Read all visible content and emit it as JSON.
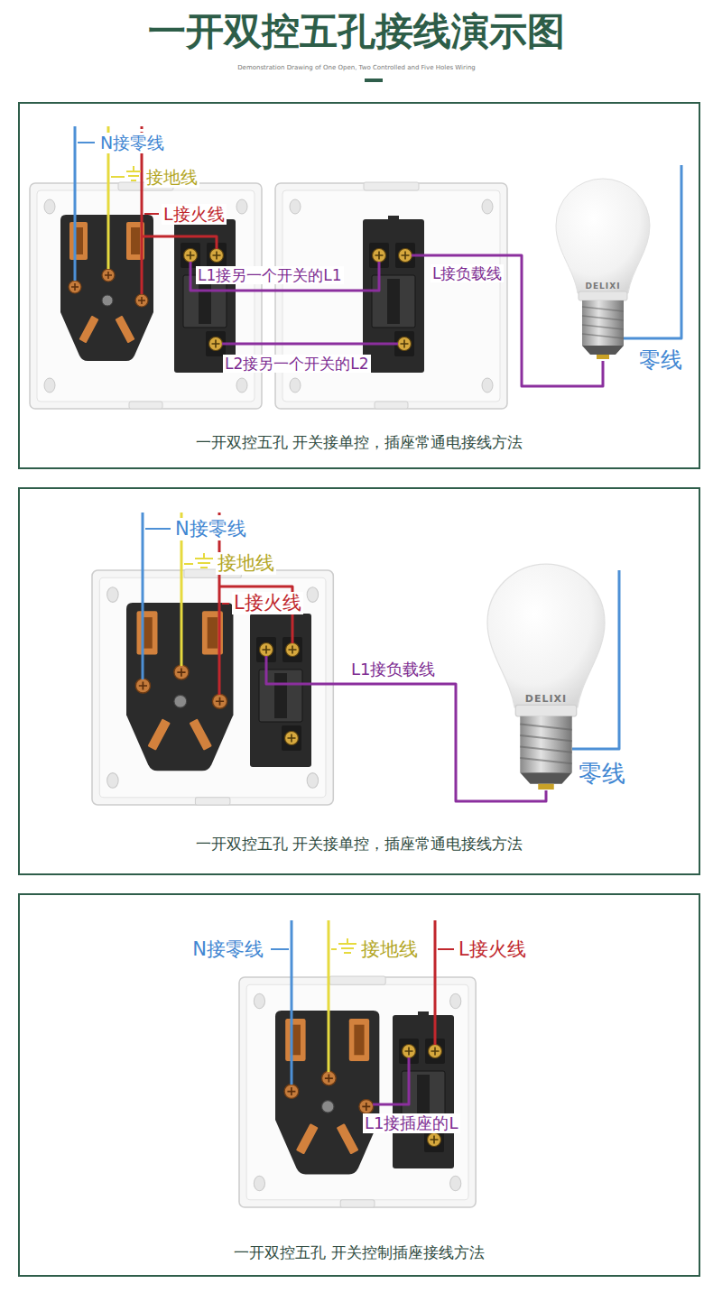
{
  "diagram": {
    "title": "一开双控五孔接线演示图",
    "nodes": [
      {
        "text": [
          "一开双控五孔 开关接单控，插座常通电接线方法"
        ]
      },
      {
        "text": [
          "DELIXI"
        ],
        "in": 0
      },
      {
        "text": [
          "一开双控五孔 开关接单控，插座常通电接线方法"
        ]
      },
      {
        "text": [
          "DELIXI"
        ],
        "in": 2
      },
      {
        "text": [
          "一开双控五孔 开关控制插座接线方法"
        ]
      }
    ],
    "labels": [
      "Demonstration Drawing of One Open, Two Controlled and Five Holes Wiring",
      "N接零线",
      "接地线",
      "L接火线",
      "L1接另一个开关的L1",
      "L接负载线",
      "L2接另一个开关的L2",
      "零线",
      "N接零线",
      "接地线",
      "L接火线",
      "L1接负载线",
      "零线",
      "N接零线",
      "接地线",
      "L接火线",
      "L1接插座的L"
    ]
  }
}
